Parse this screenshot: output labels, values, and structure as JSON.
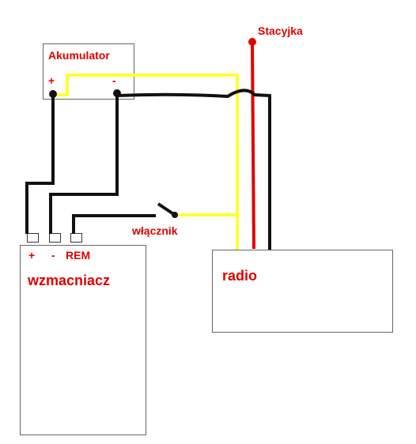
{
  "labels": {
    "battery": "Akumulator",
    "battery_plus": "+",
    "battery_minus": "-",
    "ignition": "Stacyjka",
    "switch": "włącznik",
    "amp_plus": "+",
    "amp_minus": "-",
    "amp_rem": "REM",
    "amplifier": "wzmacniacz",
    "radio": "radio"
  },
  "colors": {
    "ground_wire": "#111111",
    "power_wire": "#ffff33",
    "ignition_wire": "#e00000",
    "label": "#e00000",
    "box_border": "#666666"
  }
}
